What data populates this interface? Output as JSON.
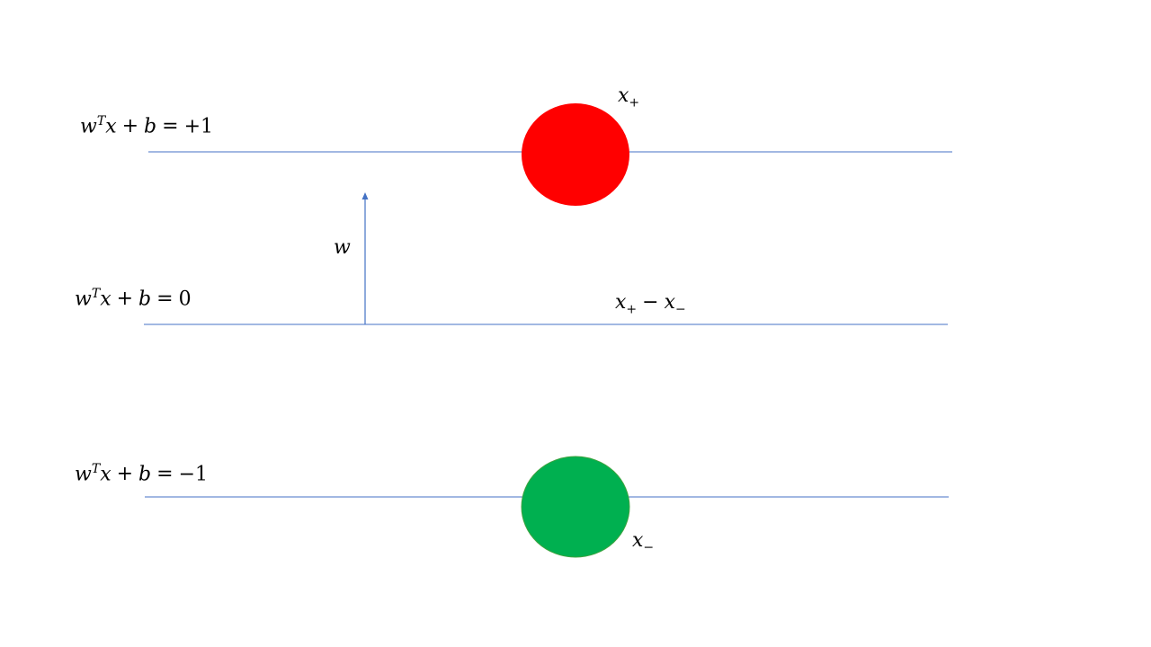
{
  "colors": {
    "line": "#4472C4",
    "arrow": "#4472C4",
    "positive_point": "#FF0000",
    "negative_point": "#00B050",
    "negative_point_outline": "#3FA33F"
  },
  "labels": {
    "hyperplane_pos": {
      "w": "w",
      "T": "T",
      "x": "x",
      "plus": "+",
      "b": "b",
      "eq": "=",
      "rhs": "+1"
    },
    "hyperplane_zero": {
      "w": "w",
      "T": "T",
      "x": "x",
      "plus": "+",
      "b": "b",
      "eq": "=",
      "rhs": "0"
    },
    "hyperplane_neg": {
      "w": "w",
      "T": "T",
      "x": "x",
      "plus": "+",
      "b": "b",
      "eq": "=",
      "rhs": "−1"
    },
    "w_vector": "w",
    "x_plus": {
      "x": "x",
      "sub": "+"
    },
    "x_minus": {
      "x": "x",
      "sub": "−"
    },
    "difference": {
      "x1": "x",
      "sub1": "+",
      "minus": "−",
      "x2": "x",
      "sub2": "−"
    }
  }
}
